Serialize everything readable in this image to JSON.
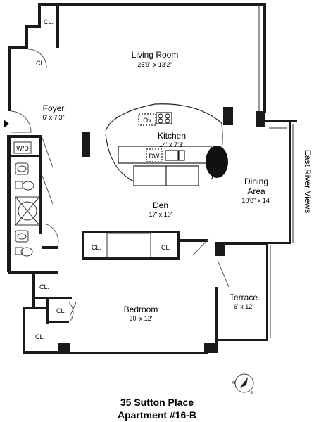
{
  "rooms": {
    "living": {
      "name": "Living Room",
      "dims": "25'9\" x 13'2\""
    },
    "foyer": {
      "name": "Foyer",
      "dims": "6' x 7'3\""
    },
    "kitchen": {
      "name": "Kitchen",
      "dims": "14' x 7'3\""
    },
    "dining": {
      "name_line1": "Dining",
      "name_line2": "Area",
      "dims": "10'8\" x 14'"
    },
    "den": {
      "name": "Den",
      "dims": "17' x 10'"
    },
    "bedroom": {
      "name": "Bedroom",
      "dims": "20' x 12'"
    },
    "terrace": {
      "name": "Terrace",
      "dims": "6' x 12'"
    }
  },
  "labels": {
    "closet": "CL.",
    "washer_dryer": "W/D",
    "dishwasher": "DW",
    "oven": "Ov",
    "view": "East River Views"
  },
  "compass": {
    "north": "N",
    "south": "S"
  },
  "title": {
    "line1": "35 Sutton Place",
    "line2": "Apartment #16-B"
  }
}
